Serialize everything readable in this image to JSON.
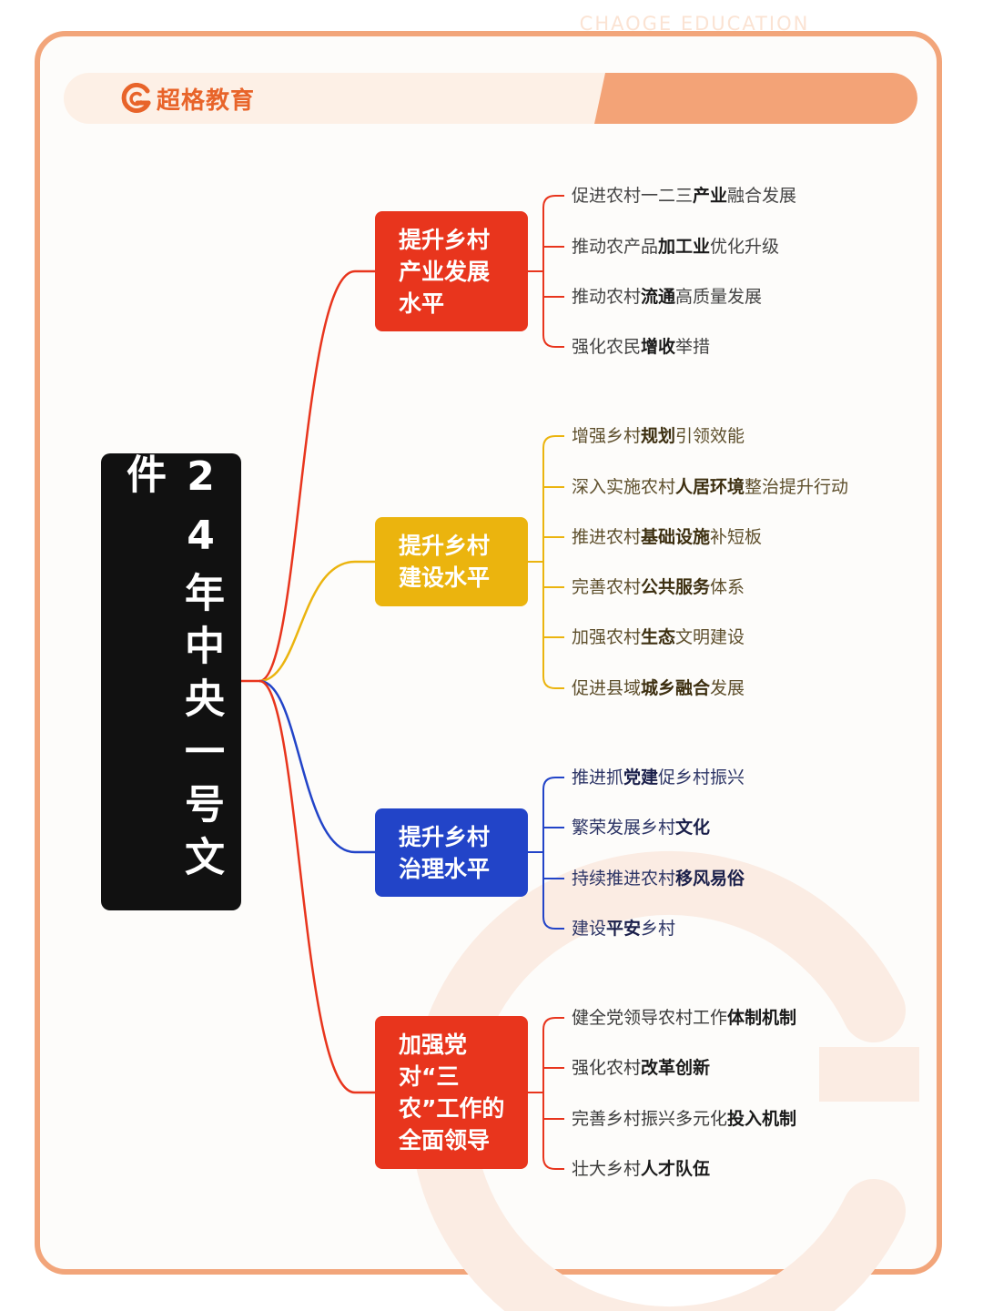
{
  "header": {
    "logo_text": "超格教育",
    "brand_en": "CHAOGE EDUCATION"
  },
  "root": {
    "label": "24年中央一号文件"
  },
  "branches": [
    {
      "label": "提升乡村产业发展水平",
      "color": "#e8351d",
      "items": [
        {
          "pre": "促进农村一二三",
          "bold": "产业",
          "post": "融合发展"
        },
        {
          "pre": "推动农产品",
          "bold": "加工业",
          "post": "优化升级"
        },
        {
          "pre": "推动农村",
          "bold": "流通",
          "post": "高质量发展"
        },
        {
          "pre": "强化农民",
          "bold": "增收",
          "post": "举措"
        }
      ]
    },
    {
      "label": "提升乡村建设水平",
      "color": "#ebb40e",
      "items": [
        {
          "pre": "增强乡村",
          "bold": "规划",
          "post": "引领效能"
        },
        {
          "pre": "深入实施农村",
          "bold": "人居环境",
          "post": "整治提升行动"
        },
        {
          "pre": "推进农村",
          "bold": "基础设施",
          "post": "补短板"
        },
        {
          "pre": "完善农村",
          "bold": "公共服务",
          "post": "体系"
        },
        {
          "pre": "加强农村",
          "bold": "生态",
          "post": "文明建设"
        },
        {
          "pre": "促进县域",
          "bold": "城乡融合",
          "post": "发展"
        }
      ]
    },
    {
      "label": "提升乡村治理水平",
      "color": "#2244c8",
      "items": [
        {
          "pre": "推进抓",
          "bold": "党建",
          "post": "促乡村振兴"
        },
        {
          "pre": "繁荣发展乡村",
          "bold": "文化",
          "post": ""
        },
        {
          "pre": "持续推进农村",
          "bold": "移风易俗",
          "post": ""
        },
        {
          "pre": "建设",
          "bold": "平安",
          "post": "乡村"
        }
      ]
    },
    {
      "label": "加强党对“三农”工作的全面领导",
      "color": "#e8351d",
      "items": [
        {
          "pre": "健全党领导农村工作",
          "bold": "体制机制",
          "post": ""
        },
        {
          "pre": "强化农村",
          "bold": "改革创新",
          "post": ""
        },
        {
          "pre": "完善乡村振兴多元化",
          "bold": "投入机制",
          "post": ""
        },
        {
          "pre": "壮大乡村",
          "bold": "人才队伍",
          "post": ""
        }
      ]
    }
  ]
}
